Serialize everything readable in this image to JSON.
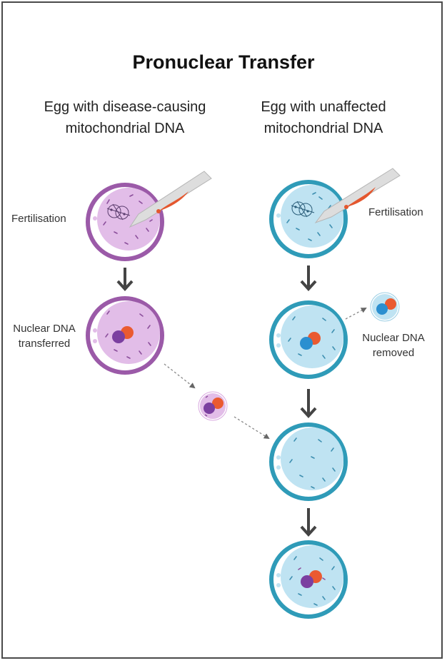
{
  "title": "Pronuclear Transfer",
  "columns": {
    "left": {
      "line1": "Egg with disease-causing",
      "line2": "mitochondrial DNA"
    },
    "right": {
      "line1": "Egg with unaffected",
      "line2": "mitochondrial DNA"
    }
  },
  "labels": {
    "fertilisation_left": "Fertilisation",
    "fertilisation_right": "Fertilisation",
    "transferred_line1": "Nuclear DNA",
    "transferred_line2": "transferred",
    "removed_line1": "Nuclear DNA",
    "removed_line2": "removed"
  },
  "colors": {
    "purple_ring": "#9b5aa8",
    "purple_fill": "#e2bde8",
    "blue_ring": "#2f9bb8",
    "blue_fill": "#bfe3f2",
    "nucleus_purple": "#7b3fa0",
    "nucleus_orange": "#ea5a30",
    "nucleus_blue": "#2b8fd0",
    "arrow": "#444444"
  }
}
